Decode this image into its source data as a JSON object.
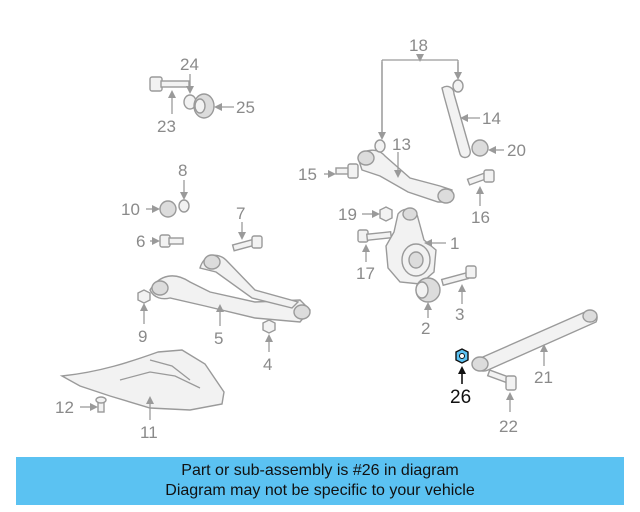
{
  "labels": [
    "1",
    "2",
    "3",
    "4",
    "5",
    "7",
    "8",
    "9",
    "10",
    "11",
    "12",
    "13",
    "14",
    "15",
    "16",
    "17",
    "18",
    "19",
    "20",
    "21",
    "22",
    "23",
    "24",
    "25",
    "6"
  ],
  "highlighted_label": "26",
  "colors": {
    "highlight": "#5bc2f2",
    "banner": "#5bc2f2",
    "parts": "#9a9a9a",
    "text": "#111111"
  },
  "banner": {
    "line1": "Part or sub-assembly is #26 in diagram",
    "line2": "Diagram may not be specific to your vehicle"
  }
}
